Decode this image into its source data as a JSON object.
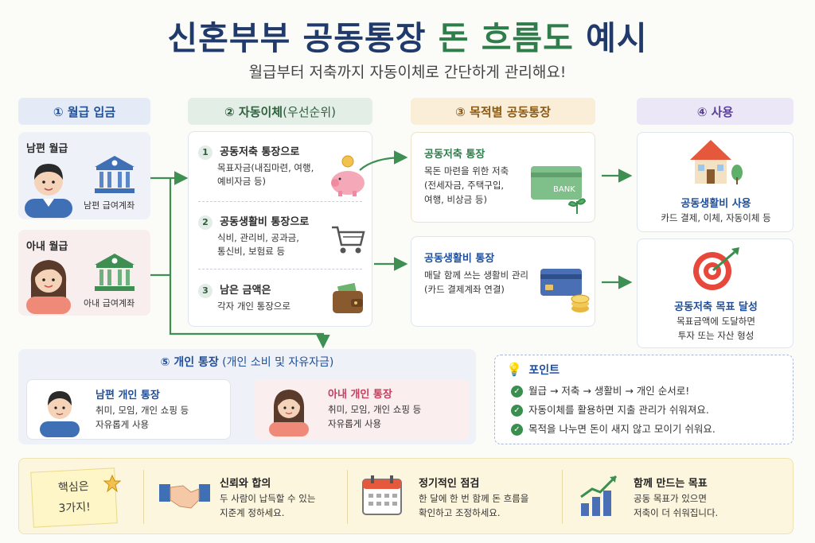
{
  "title": {
    "part1": "신혼부부 공동통장 ",
    "part2": "돈 흐름도",
    "part3": " 예시"
  },
  "subtitle": "월급부터 저축까지 자동이체로 간단하게 관리해요!",
  "steps": {
    "s1": "① 월급 입금",
    "s2_bold": "② 자동이체",
    "s2_rest": " (우선순위)",
    "s3": "③ 목적별 공동통장",
    "s4": "④ 사용"
  },
  "salary": {
    "husband": {
      "label": "남편 월급",
      "account": "남편 급여계좌"
    },
    "wife": {
      "label": "아내 월급",
      "account": "아내 급여계좌"
    }
  },
  "transfer": [
    {
      "num": "1",
      "title": "공동저축 통장으로",
      "desc1": "목표자금(내집마련, 여행,",
      "desc2": "예비자금 등)"
    },
    {
      "num": "2",
      "title": "공동생활비 통장으로",
      "desc1": "식비, 관리비, 공과금,",
      "desc2": "통신비, 보험료 등"
    },
    {
      "num": "3",
      "title": "남은 금액은",
      "desc1": "각자 개인 통장으로",
      "desc2": ""
    }
  ],
  "accounts": {
    "savings": {
      "title": "공동저축 통장",
      "desc1": "목돈 마련을 위한 저축",
      "desc2": "(전세자금, 주택구입,",
      "desc3": "여행, 비상금 등)",
      "bank": "BANK"
    },
    "living": {
      "title": "공동생활비 통장",
      "desc1": "매달 함께 쓰는 생활비 관리",
      "desc2": "(카드 결제계좌 연결)"
    }
  },
  "usage": {
    "living": {
      "title": "공동생활비 사용",
      "desc": "카드 결제, 이체, 자동이체 등"
    },
    "goal": {
      "title": "공동저축 목표 달성",
      "desc1": "목표금액에 도달하면",
      "desc2": "투자 또는 자산 형성"
    }
  },
  "personal": {
    "header_bold": "⑤ 개인 통장",
    "header_rest": " (개인 소비 및 자유자금)",
    "husband": {
      "title": "남편 개인 통장",
      "desc1": "취미, 모임, 개인 쇼핑 등",
      "desc2": "자유롭게 사용"
    },
    "wife": {
      "title": "아내 개인 통장",
      "desc1": "취미, 모임, 개인 쇼핑 등",
      "desc2": "자유롭게 사용"
    }
  },
  "points": {
    "title": "포인트",
    "items": [
      "월급 → 저축 → 생활비 → 개인 순서로!",
      "자동이체를 활용하면 지출 관리가 쉬워져요.",
      "목적을 나누면 돈이 새지 않고 모이기 쉬워요."
    ]
  },
  "key": {
    "note1": "핵심은",
    "note2": "3가지!",
    "items": [
      {
        "title": "신뢰와 합의",
        "desc1": "두 사람이 납득할 수 있는",
        "desc2": "지준계 정하세요."
      },
      {
        "title": "정기적인 점검",
        "desc1": "한 달에 한 번 함께 돈 흐름을",
        "desc2": "확인하고 조정하세요."
      },
      {
        "title": "함께 만드는 목표",
        "desc1": "공동 목표가 있으면",
        "desc2": "저축이 더 쉬워집니다."
      }
    ]
  },
  "colors": {
    "navy": "#1f3a6b",
    "green": "#2e7d4a",
    "arrow": "#3d8f52",
    "pink": "#c83e5e"
  }
}
